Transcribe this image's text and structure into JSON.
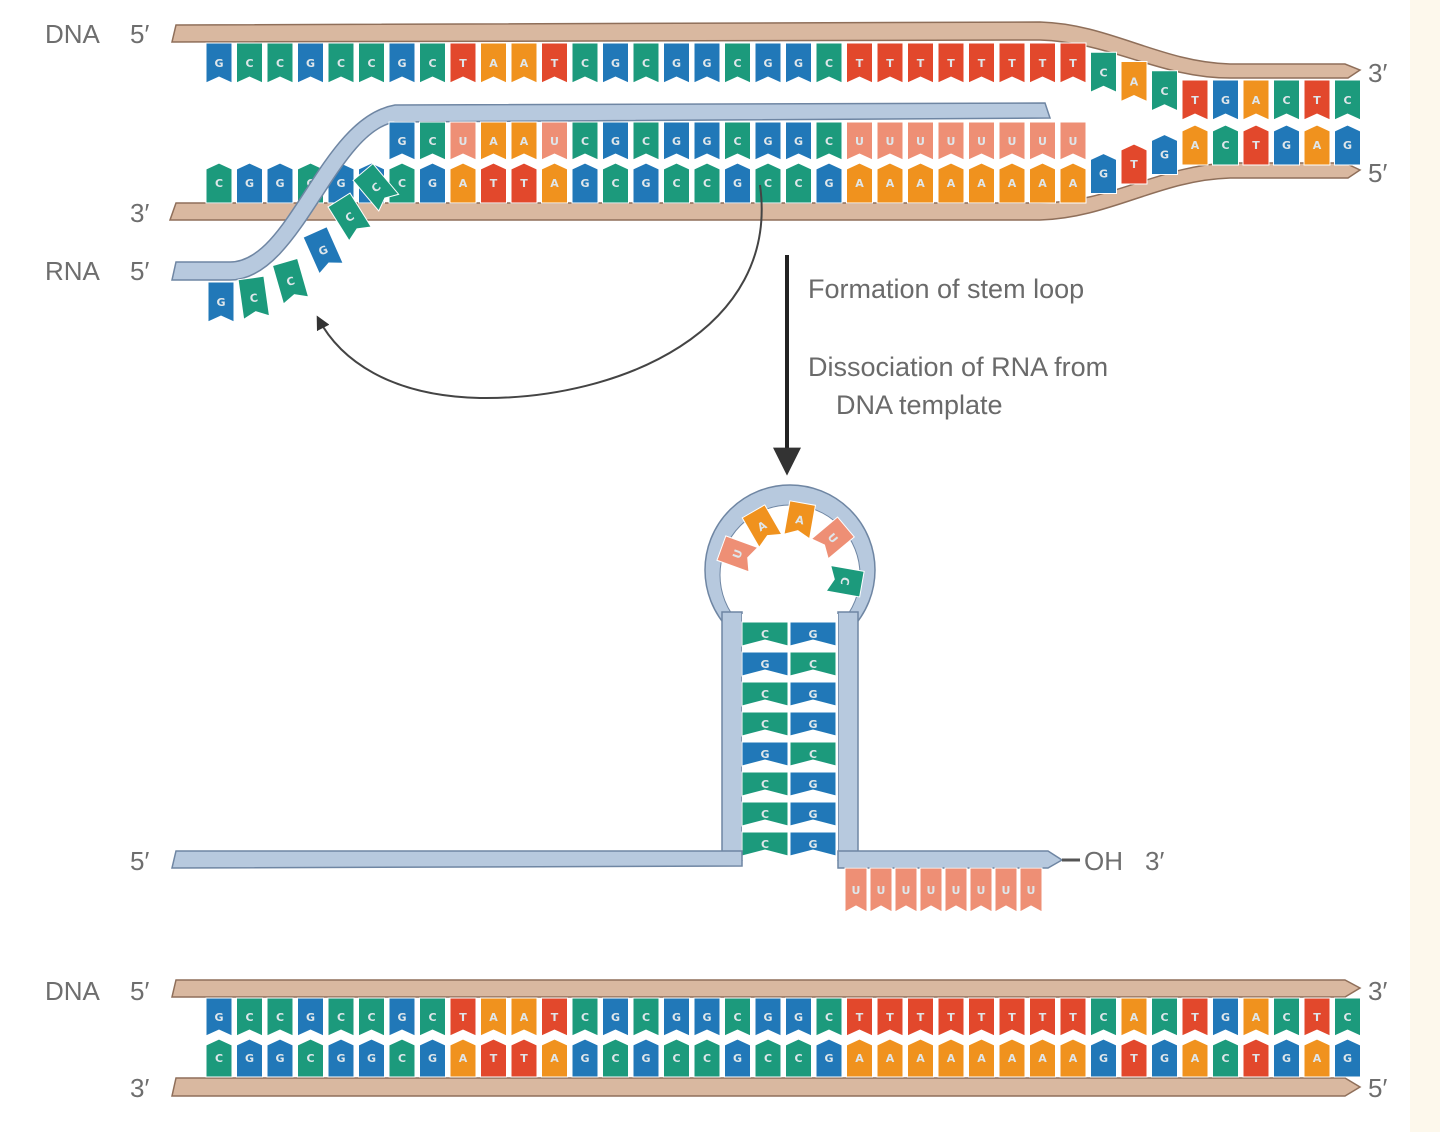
{
  "labels": {
    "dna_top": "DNA",
    "dna_bottom": "DNA",
    "rna": "RNA",
    "five_prime": "5′",
    "three_prime": "3′",
    "oh": "OH"
  },
  "captions": {
    "stem_loop": "Formation of stem loop",
    "dissociation_line1": "Dissociation of RNA from",
    "dissociation_line2": "DNA template"
  },
  "sequences": {
    "coding_strand": "GCCGCCGCTAATCGCGGCGGCTTTTTTTTCACTGACTC",
    "template_strand": "CGGCGGCGATTAGCGCCGCCGAAAAAAAAGTGACTGAG",
    "rna_transcript": "GCCGCCGCUAAUCGCGGCGGCUUUUUUUU",
    "loop_bases": [
      "U",
      "A",
      "A",
      "U",
      "C"
    ],
    "stem_left": [
      "C",
      "G",
      "C",
      "C",
      "G",
      "C",
      "C",
      "C"
    ],
    "stem_right": [
      "G",
      "C",
      "G",
      "G",
      "C",
      "G",
      "G",
      "G"
    ],
    "tail": "UUUUUUUU"
  },
  "colors": {
    "A": "#f0921e",
    "T": "#e2482c",
    "U": "#ee8f75",
    "G": "#2178b8",
    "C": "#1c9a7c",
    "dna_backbone": "#d9b8a0",
    "rna_backbone": "#b7c9de",
    "letter": "#dfe6ea"
  }
}
